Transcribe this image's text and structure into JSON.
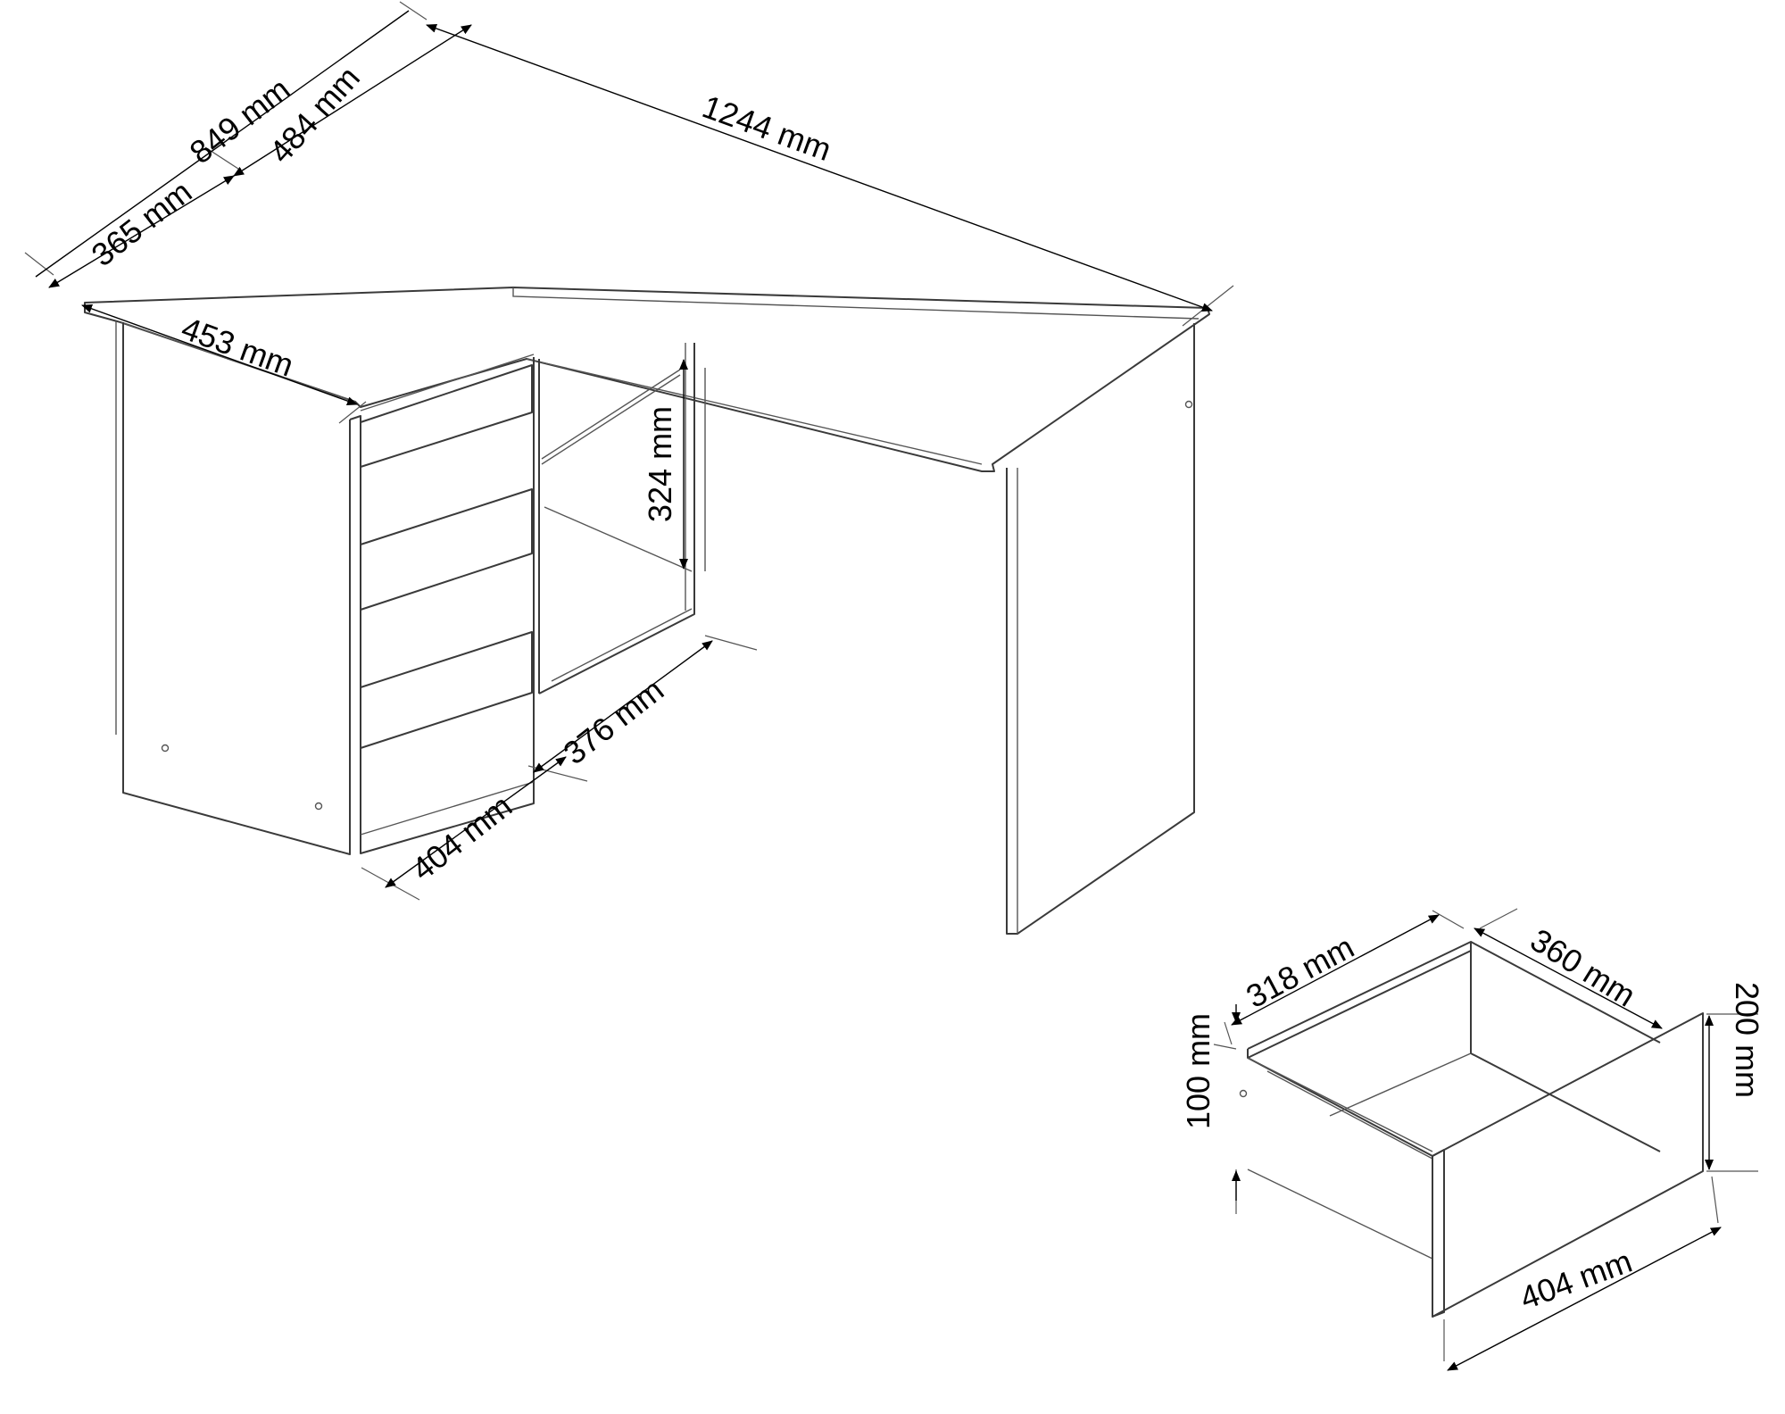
{
  "colors": {
    "line": "#3a3a3a",
    "dim": "#000000",
    "background": "#ffffff"
  },
  "desk": {
    "depth_total": "849 mm",
    "depth_top": "484 mm",
    "depth_return": "365 mm",
    "width_long": "1244 mm",
    "width_return": "453 mm",
    "shelf_height": "324 mm",
    "knee_width": "376 mm",
    "cabinet_width": "404 mm"
  },
  "drawer": {
    "inner_depth": "318 mm",
    "outer_depth": "360 mm",
    "height_front": "200 mm",
    "height_side": "100 mm",
    "width": "404 mm"
  }
}
